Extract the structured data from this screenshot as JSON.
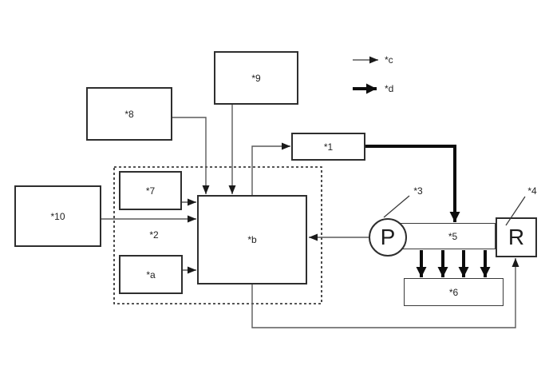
{
  "figure": {
    "colors": {
      "background": "#ffffff",
      "box_border": "#2e2e2e",
      "thin_line": "#5a5a5a",
      "thick_line": "#111111",
      "text": "#222222"
    },
    "nodes": {
      "n1": {
        "label": "*1"
      },
      "n2": {
        "label": "*2"
      },
      "n3": {
        "label": "*3"
      },
      "n4": {
        "label": "*4"
      },
      "n5": {
        "label": "*5"
      },
      "n6": {
        "label": "*6"
      },
      "n7": {
        "label": "*7"
      },
      "n8": {
        "label": "*8"
      },
      "n9": {
        "label": "*9"
      },
      "n10": {
        "label": "*10"
      },
      "na": {
        "label": "*a"
      },
      "nb": {
        "label": "*b"
      },
      "p_circle": {
        "letter": "P"
      },
      "r_box": {
        "letter": "R"
      }
    },
    "legend": {
      "thin_arrow_label": "*c",
      "thick_arrow_label": "*d"
    }
  }
}
